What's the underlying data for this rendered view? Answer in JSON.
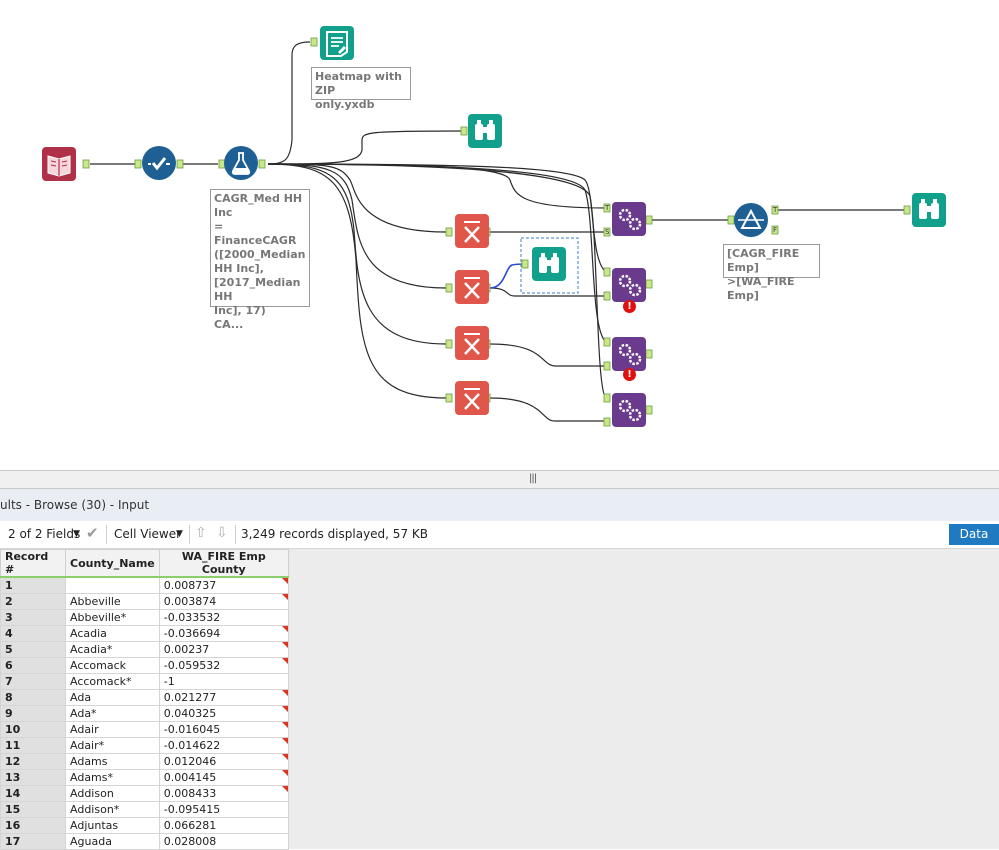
{
  "canvas": {
    "annotations": {
      "heatmap_output": "Heatmap with ZIP\nonly.yxdb",
      "formula": "CAGR_Med HH Inc\n= FinanceCAGR\n([2000_Median\nHH Inc],\n[2017_Median HH\nInc], 17)\nCA...",
      "filter": "[CAGR_FIRE Emp]\n>[WA_FIRE Emp]"
    },
    "anchor_labels": {
      "true": "T",
      "false": "F",
      "source": "S"
    },
    "colors": {
      "input": "#b0304a",
      "select": "#1e5f94",
      "formula": "#1e5f94",
      "browse": "#11a08b",
      "summarize": "#e0564a",
      "macro": "#6a3b8c",
      "filter": "#1e5f94",
      "error": "#e01010"
    }
  },
  "splitter": {
    "grip": "|||"
  },
  "results": {
    "title": "ults - Browse (30) - Input",
    "toolbar": {
      "fields": "2 of 2 Fields",
      "viewer": "Cell Viewer",
      "records": "3,249 records displayed, 57 KB",
      "data_button": "Data"
    },
    "columns": [
      "Record #",
      "County_Name",
      "WA_FIRE Emp County"
    ],
    "rows": [
      {
        "n": "1",
        "county": "",
        "value": "0.008737",
        "flag": true
      },
      {
        "n": "2",
        "county": "Abbeville",
        "value": "0.003874",
        "flag": true
      },
      {
        "n": "3",
        "county": "Abbeville*",
        "value": "-0.033532",
        "flag": false
      },
      {
        "n": "4",
        "county": "Acadia",
        "value": "-0.036694",
        "flag": true
      },
      {
        "n": "5",
        "county": "Acadia*",
        "value": "0.00237",
        "flag": true
      },
      {
        "n": "6",
        "county": "Accomack",
        "value": "-0.059532",
        "flag": true
      },
      {
        "n": "7",
        "county": "Accomack*",
        "value": "-1",
        "flag": false
      },
      {
        "n": "8",
        "county": "Ada",
        "value": "0.021277",
        "flag": true
      },
      {
        "n": "9",
        "county": "Ada*",
        "value": "0.040325",
        "flag": true
      },
      {
        "n": "10",
        "county": "Adair",
        "value": "-0.016045",
        "flag": true
      },
      {
        "n": "11",
        "county": "Adair*",
        "value": "-0.014622",
        "flag": true
      },
      {
        "n": "12",
        "county": "Adams",
        "value": "0.012046",
        "flag": true
      },
      {
        "n": "13",
        "county": "Adams*",
        "value": "0.004145",
        "flag": true
      },
      {
        "n": "14",
        "county": "Addison",
        "value": "0.008433",
        "flag": true
      },
      {
        "n": "15",
        "county": "Addison*",
        "value": "-0.095415",
        "flag": false
      },
      {
        "n": "16",
        "county": "Adjuntas",
        "value": "0.066281",
        "flag": false
      },
      {
        "n": "17",
        "county": "Aguada",
        "value": "0.028008",
        "flag": false
      }
    ]
  }
}
